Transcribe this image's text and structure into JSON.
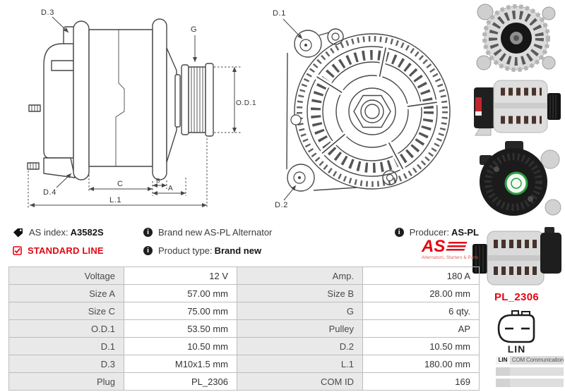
{
  "colors": {
    "accent_red": "#e30613",
    "line": "#474747",
    "table_label_bg": "#e9e9e9"
  },
  "icons": {
    "info_glyph": "i",
    "tag_icon": "tag",
    "checkbox_icon": "checked-box"
  },
  "drawings": {
    "side": {
      "d3": "D.3",
      "d4": "D.4",
      "g": "G",
      "od1": "O.D.1",
      "c": "C",
      "b": "B",
      "a": "A",
      "l1": "L.1"
    },
    "front": {
      "d1": "D.1",
      "d2": "D.2"
    }
  },
  "info": {
    "as_index_label": "AS index:",
    "as_index_value": "A3582S",
    "standard_line": "STANDARD LINE",
    "description": "Brand new AS-PL Alternator",
    "product_type_label": "Product type:",
    "product_type_value": "Brand new",
    "producer_label": "Producer:",
    "producer_value": "AS-PL",
    "logo_text": "AS",
    "logo_tagline": "Alternators, Starters & Parts"
  },
  "table": {
    "rows": [
      {
        "l1": "Voltage",
        "v1": "12 V",
        "l2": "Amp.",
        "v2": "180 A"
      },
      {
        "l1": "Size A",
        "v1": "57.00 mm",
        "l2": "Size B",
        "v2": "28.00 mm"
      },
      {
        "l1": "Size C",
        "v1": "75.00 mm",
        "l2": "G",
        "v2": "6 qty."
      },
      {
        "l1": "O.D.1",
        "v1": "53.50 mm",
        "l2": "Pulley",
        "v2": "AP"
      },
      {
        "l1": "D.1",
        "v1": "10.50 mm",
        "l2": "D.2",
        "v2": "10.50 mm"
      },
      {
        "l1": "D.3",
        "v1": "M10x1.5 mm",
        "l2": "L.1",
        "v2": "180.00 mm"
      },
      {
        "l1": "Plug",
        "v1": "PL_2306",
        "l2": "COM ID",
        "v2": "169"
      }
    ]
  },
  "sidebar": {
    "plug_code": "PL_2306",
    "connector_label": "LIN",
    "com_table": {
      "protocol": "LIN",
      "description": "COM Communication"
    },
    "photos": [
      "alternator-front-photo",
      "alternator-side-photo",
      "alternator-rear-photo",
      "alternator-side-pulley-photo"
    ]
  }
}
